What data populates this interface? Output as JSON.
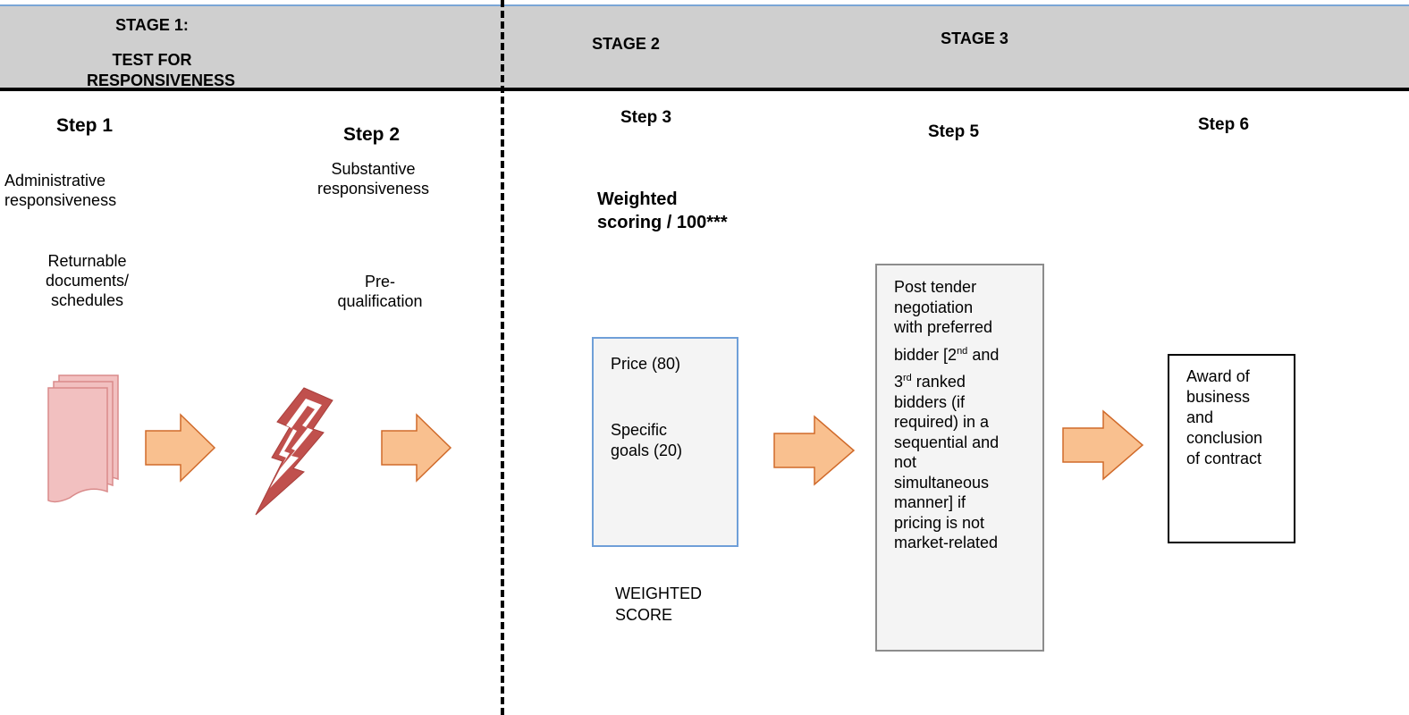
{
  "header": {
    "stage1_line1": "STAGE 1:",
    "stage1_line2": "TEST FOR",
    "stage1_line3": "RESPONSIVENESS",
    "stage2": "STAGE 2",
    "stage3": "STAGE 3"
  },
  "steps": {
    "step1": "Step 1",
    "step2": "Step 2",
    "step3": "Step 3",
    "step5": "Step 5",
    "step6": "Step 6"
  },
  "step1": {
    "line1": "Administrative",
    "line2": "responsiveness",
    "doc_line1": "Returnable",
    "doc_line2": "documents/",
    "doc_line3": "schedules"
  },
  "step2": {
    "line1": "Substantive",
    "line2": "responsiveness",
    "preq_line1": "Pre-",
    "preq_line2": "qualification"
  },
  "step3": {
    "title_line1": "Weighted",
    "title_line2": "scoring / 100***",
    "price": "Price (80)",
    "specific_line1": "Specific",
    "specific_line2": "goals  (20)",
    "score_line1": "WEIGHTED",
    "score_line2": "SCORE"
  },
  "step5": {
    "l1": "Post tender",
    "l2": "negotiation",
    "l3": "with preferred",
    "l4a": "bidder [2",
    "l4sup": "nd",
    "l4b": " and",
    "l5a": "3",
    "l5sup": "rd",
    "l5b": " ranked",
    "l6": "bidders (if",
    "l7": "required) in a",
    "l8": "sequential and",
    "l9": "not",
    "l10": "simultaneous",
    "l11": "manner] if",
    "l12": "pricing is not",
    "l13": "market-related"
  },
  "step6": {
    "l1": "Award of",
    "l2": "business",
    "l3": "and",
    "l4": "conclusion",
    "l5": "of contract"
  },
  "colors": {
    "arrow_fill": "#f9c08f",
    "arrow_stroke": "#d06a2a",
    "doc_fill": "#f2c0c0",
    "doc_stroke": "#d98a8a",
    "bolt_fill": "#c0504d",
    "price_box_border": "#6f9fd8"
  },
  "icons": {
    "documents": "documents-stack-icon",
    "bolt": "lightning-bolt-icon",
    "arrow": "right-arrow-icon"
  }
}
